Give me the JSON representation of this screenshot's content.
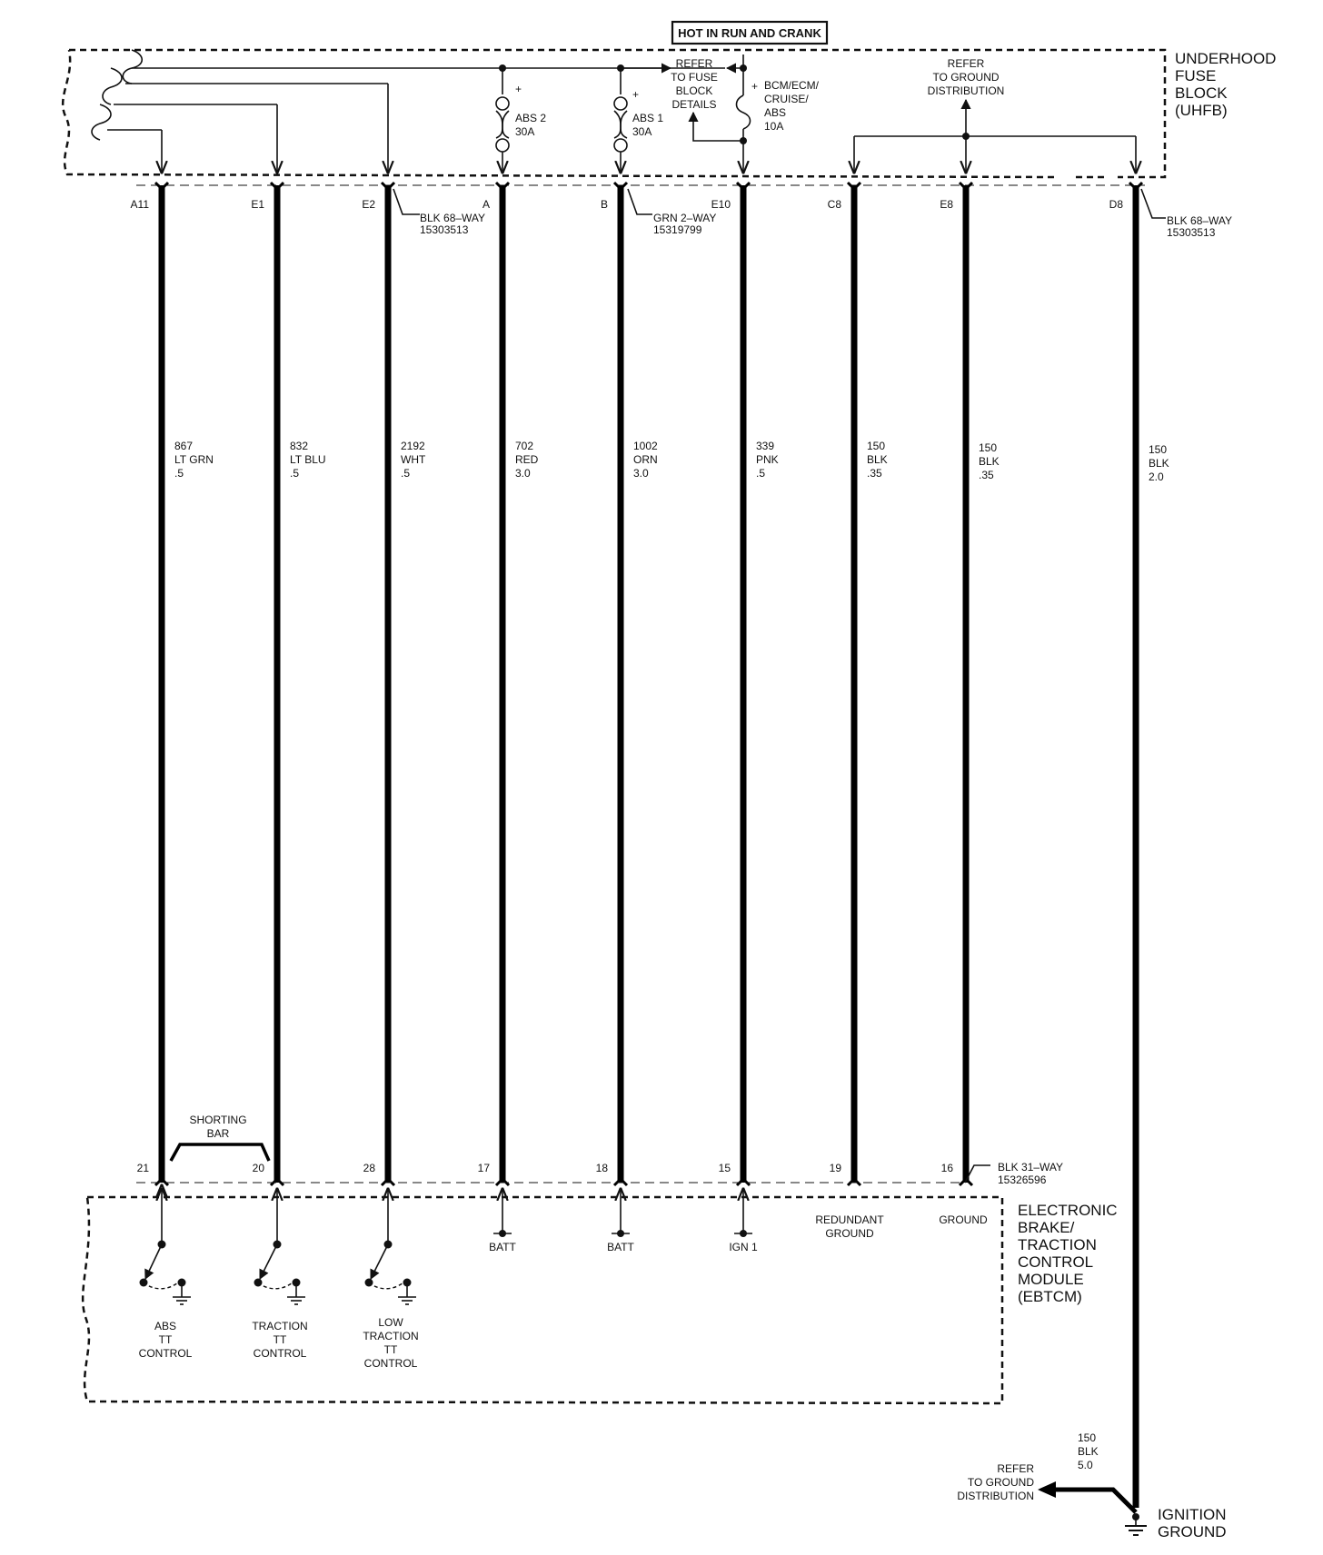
{
  "hot_label": "HOT IN RUN AND CRANK",
  "uhfb": {
    "name": [
      "UNDERHOOD",
      "FUSE",
      "BLOCK",
      "(UHFB)"
    ],
    "refer_fuse": [
      "REFER",
      "TO FUSE",
      "BLOCK",
      "DETAILS"
    ],
    "refer_ground": [
      "REFER",
      "TO GROUND",
      "DISTRIBUTION"
    ],
    "fuses": [
      {
        "lines": [
          "ABS 2",
          "30A"
        ],
        "plus": "+"
      },
      {
        "lines": [
          "ABS 1",
          "30A"
        ],
        "plus": "+"
      },
      {
        "lines": [
          "BCM/ECM/",
          "CRUISE/",
          "ABS",
          "10A"
        ],
        "plus": "+"
      }
    ]
  },
  "connectors_top": [
    {
      "lines": [
        "BLK 68–WAY",
        "15303513"
      ]
    },
    {
      "lines": [
        "GRN 2–WAY",
        "15319799"
      ]
    },
    {
      "lines": [
        "BLK 68–WAY",
        "15303513"
      ]
    }
  ],
  "connector_bottom": {
    "lines": [
      "BLK 31–WAY",
      "15326596"
    ]
  },
  "wires": [
    {
      "top_pin": "A11",
      "circuit": "867",
      "color": "LT GRN",
      "gauge": ".5",
      "bottom_pin": "21"
    },
    {
      "top_pin": "E1",
      "circuit": "832",
      "color": "LT BLU",
      "gauge": ".5",
      "bottom_pin": "20"
    },
    {
      "top_pin": "E2",
      "circuit": "2192",
      "color": "WHT",
      "gauge": ".5",
      "bottom_pin": "28"
    },
    {
      "top_pin": "A",
      "circuit": "702",
      "color": "RED",
      "gauge": "3.0",
      "bottom_pin": "17"
    },
    {
      "top_pin": "B",
      "circuit": "1002",
      "color": "ORN",
      "gauge": "3.0",
      "bottom_pin": "18"
    },
    {
      "top_pin": "E10",
      "circuit": "339",
      "color": "PNK",
      "gauge": ".5",
      "bottom_pin": "15"
    },
    {
      "top_pin": "C8",
      "circuit": "150",
      "color": "BLK",
      "gauge": ".35",
      "bottom_pin": "19"
    },
    {
      "top_pin": "E8",
      "circuit": "150",
      "color": "BLK",
      "gauge": ".35",
      "bottom_pin": "16"
    },
    {
      "top_pin": "D8",
      "circuit": "150",
      "color": "BLK",
      "gauge": "2.0",
      "bottom_pin": ""
    }
  ],
  "shorting_bar": [
    "SHORTING",
    "BAR"
  ],
  "ebtcm": {
    "name": [
      "ELECTRONIC",
      "BRAKE/",
      "TRACTION",
      "CONTROL",
      "MODULE",
      "(EBTCM)"
    ],
    "switches": [
      {
        "lines": [
          "ABS",
          "TT",
          "CONTROL"
        ]
      },
      {
        "lines": [
          "TRACTION",
          "TT",
          "CONTROL"
        ]
      },
      {
        "lines": [
          "LOW",
          "TRACTION",
          "TT",
          "CONTROL"
        ]
      }
    ],
    "batt1": "BATT",
    "batt2": "BATT",
    "ign1": "IGN 1",
    "redundant_ground": [
      "REDUNDANT",
      "GROUND"
    ],
    "ground": "GROUND"
  },
  "bottom_wire": {
    "circuit": "150",
    "color": "BLK",
    "gauge": "5.0"
  },
  "refer_ground_bottom": [
    "REFER",
    "TO GROUND",
    "DISTRIBUTION"
  ],
  "ignition_ground": [
    "IGNITION",
    "GROUND"
  ]
}
